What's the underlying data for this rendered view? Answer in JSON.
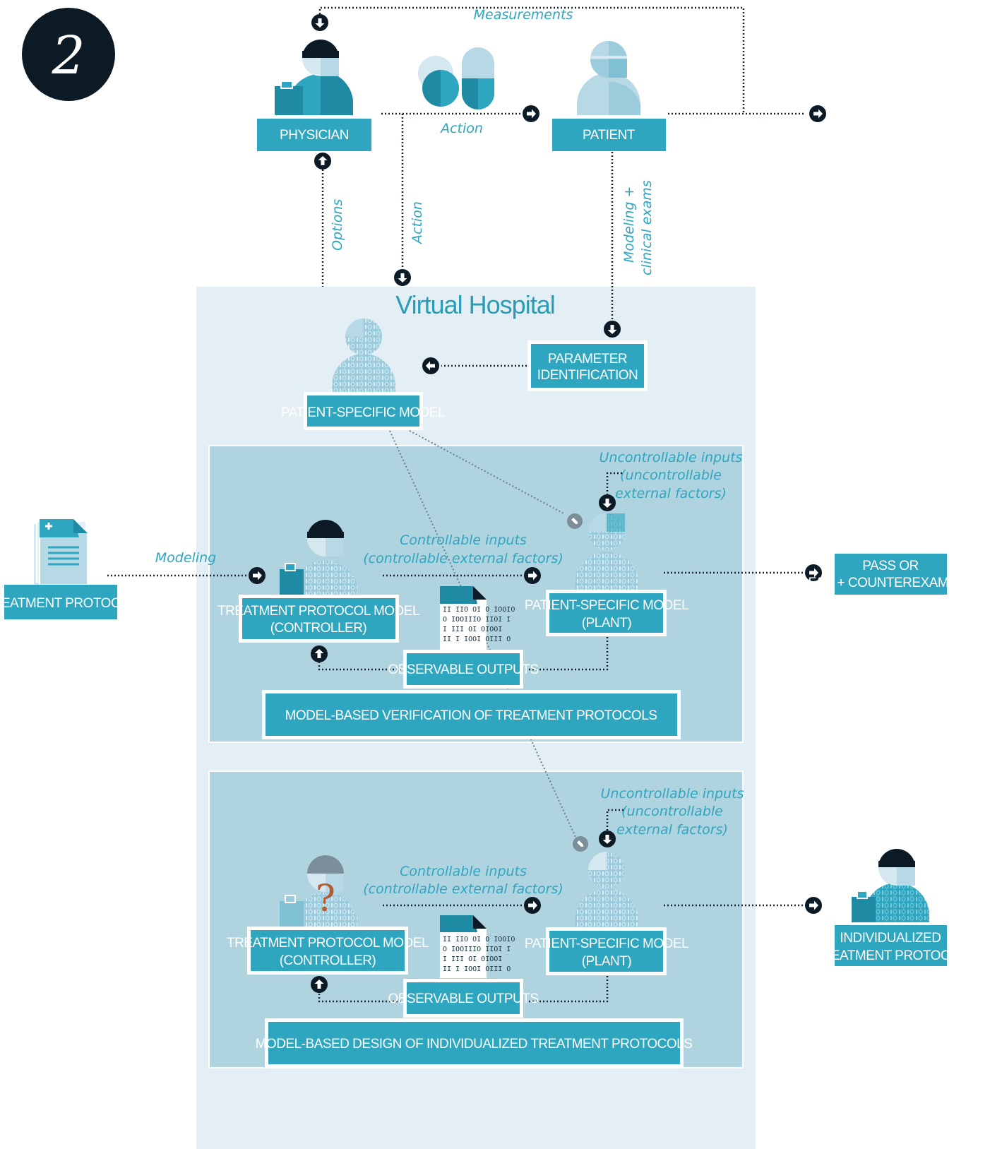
{
  "badge": {
    "number": "2"
  },
  "colors": {
    "teal": "#2ea6c0",
    "dark_teal": "#1f8aa3",
    "panel_outer": "#e3eef5",
    "panel_inner": "#afd4e0",
    "navy": "#0c1a26"
  },
  "top": {
    "physician_label": "PHYSICIAN",
    "patient_label": "PATIENT",
    "measurements_label": "Measurements",
    "action_label_horizontal": "Action",
    "action_label_vertical": "Action",
    "options_label": "Options",
    "modeling_label_line1": "Modeling +",
    "modeling_label_line2": "clinical exams"
  },
  "virtual_hospital": {
    "title": "Virtual Hospital",
    "parameter_identification_line1": "PARAMETER",
    "parameter_identification_line2": "IDENTIFICATION",
    "patient_specific_model": "PATIENT-SPECIFIC MODEL"
  },
  "left": {
    "treatment_protocol": "TREATMENT PROTOCOL",
    "modeling_label": "Modeling"
  },
  "verification": {
    "uncontrollable_line1": "Uncontrollable inputs",
    "uncontrollable_line2": "(uncontrollable",
    "uncontrollable_line3": "external factors)",
    "controllable_line1": "Controllable inputs",
    "controllable_line2": "(controllable external factors)",
    "controller_line1": "TREATMENT PROTOCOL MODEL",
    "controller_line2": "(CONTROLLER)",
    "plant_line1": "PATIENT-SPECIFIC MODEL",
    "plant_line2": "(PLANT)",
    "observable_outputs": "OBSERVABLE OUTPUTS",
    "banner": "MODEL-BASED VERIFICATION OF TREATMENT PROTOCOLS",
    "result_line1": "PASS OR",
    "result_line2": "FAIL + COUNTEREXAMPLE"
  },
  "design": {
    "uncontrollable_line1": "Uncontrollable inputs",
    "uncontrollable_line2": "(uncontrollable",
    "uncontrollable_line3": "external factors)",
    "controllable_line1": "Controllable inputs",
    "controllable_line2": "(controllable external factors)",
    "controller_line1": "TREATMENT PROTOCOL MODEL",
    "controller_line2": "(CONTROLLER)",
    "plant_line1": "PATIENT-SPECIFIC MODEL",
    "plant_line2": "(PLANT)",
    "observable_outputs": "OBSERVABLE OUTPUTS",
    "banner": "MODEL-BASED DESIGN OF INDIVIDUALIZED TREATMENT PROTOCOLS",
    "question_mark": "?",
    "result_line1": "INDIVIDUALIZED",
    "result_line2": "TREATMENT PROTOCOL"
  },
  "binary_doc": {
    "line1": "II IIO OI O IOOIO",
    "line2": "O IOOIIIO IIOI I",
    "line3": "I III OI OIOOI",
    "line4": "II I IOOI OIII O"
  }
}
